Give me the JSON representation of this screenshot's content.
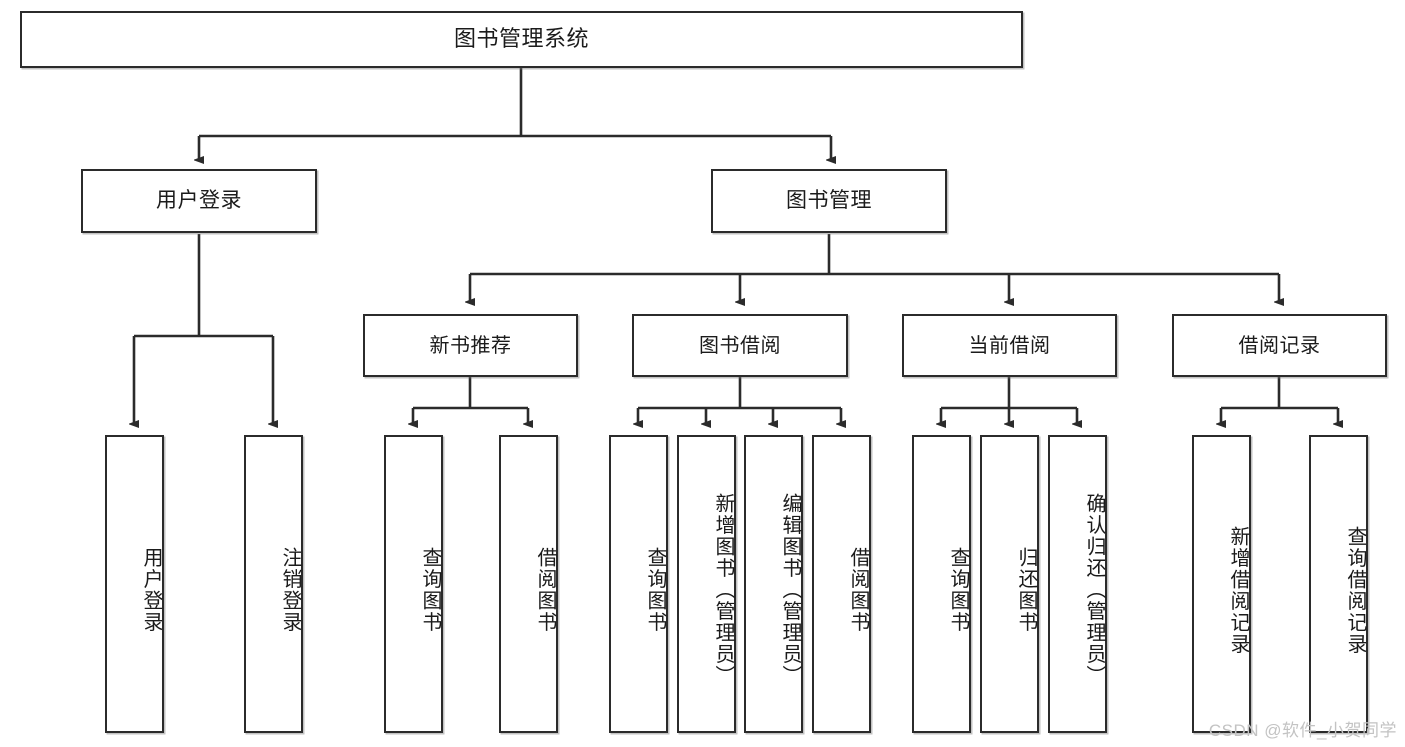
{
  "diagram": {
    "title": "图书管理系统",
    "type": "hierarchy-tree",
    "root": {
      "id": "root",
      "label": "图书管理系统"
    },
    "level2": [
      {
        "id": "user-login",
        "label": "用户登录"
      },
      {
        "id": "book-management",
        "label": "图书管理"
      }
    ],
    "level3": [
      {
        "id": "new-book-recommend",
        "label": "新书推荐",
        "parent": "book-management"
      },
      {
        "id": "book-borrow",
        "label": "图书借阅",
        "parent": "book-management"
      },
      {
        "id": "current-borrow",
        "label": "当前借阅",
        "parent": "book-management"
      },
      {
        "id": "borrow-record",
        "label": "借阅记录",
        "parent": "book-management"
      }
    ],
    "leaves": [
      {
        "id": "leaf-user-login",
        "label": "用户登录",
        "parent": "user-login"
      },
      {
        "id": "leaf-logout-login",
        "label": "注销登录",
        "parent": "user-login"
      },
      {
        "id": "leaf-query-book-1",
        "label": "查询图书",
        "parent": "new-book-recommend"
      },
      {
        "id": "leaf-borrow-book-1",
        "label": "借阅图书",
        "parent": "new-book-recommend"
      },
      {
        "id": "leaf-query-book-2",
        "label": "查询图书",
        "parent": "book-borrow"
      },
      {
        "id": "leaf-add-book",
        "label": "新增图书（管理员）",
        "parent": "book-borrow"
      },
      {
        "id": "leaf-edit-book",
        "label": "编辑图书（管理员）",
        "parent": "book-borrow"
      },
      {
        "id": "leaf-borrow-book-2",
        "label": "借阅图书",
        "parent": "book-borrow"
      },
      {
        "id": "leaf-query-book-3",
        "label": "查询图书",
        "parent": "current-borrow"
      },
      {
        "id": "leaf-return-book",
        "label": "归还图书",
        "parent": "current-borrow"
      },
      {
        "id": "leaf-confirm-return",
        "label": "确认归还（管理员）",
        "parent": "current-borrow"
      },
      {
        "id": "leaf-add-record",
        "label": "新增借阅记录",
        "parent": "borrow-record"
      },
      {
        "id": "leaf-query-record",
        "label": "查询借阅记录",
        "parent": "borrow-record"
      }
    ]
  },
  "watermark": {
    "text": "CSDN @软件_小贺同学"
  },
  "colors": {
    "border": "#2b2b2b",
    "background": "#ffffff",
    "text": "#1b1b1b",
    "watermark": "#c3c3c3"
  }
}
